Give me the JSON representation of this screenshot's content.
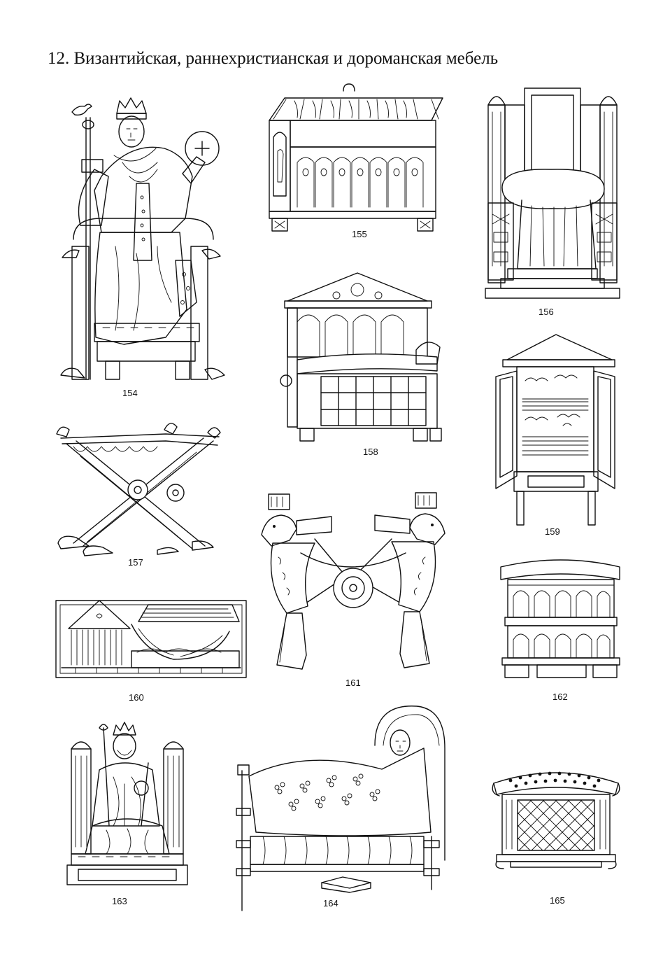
{
  "page": {
    "title": "12. Византийская, раннехристианская и дороманская мебель"
  },
  "figures": [
    {
      "number": "154"
    },
    {
      "number": "155"
    },
    {
      "number": "156"
    },
    {
      "number": "157"
    },
    {
      "number": "158"
    },
    {
      "number": "159"
    },
    {
      "number": "160"
    },
    {
      "number": "161"
    },
    {
      "number": "162"
    },
    {
      "number": "163"
    },
    {
      "number": "164"
    },
    {
      "number": "165"
    }
  ]
}
